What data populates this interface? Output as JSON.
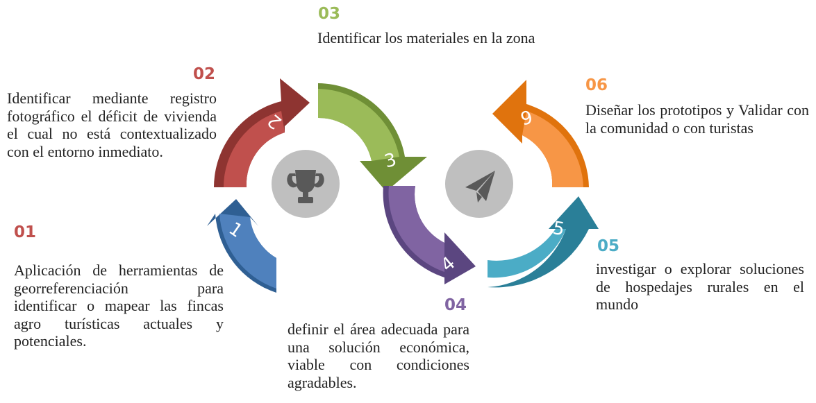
{
  "colors": {
    "step1_light": "#4f81bd",
    "step1_dark": "#2f5f93",
    "step2_light": "#c0504d",
    "step2_dark": "#8e3431",
    "step3_light": "#9bbb59",
    "step3_dark": "#6f8f36",
    "step4_light": "#8064a2",
    "step4_dark": "#5b4680",
    "step5_light": "#4bacc6",
    "step5_dark": "#2a7f98",
    "step6_light": "#f79646",
    "step6_dark": "#e0730d",
    "hub": "#bfbfbf",
    "hub_icon": "#595959"
  },
  "hubs": [
    {
      "icon": "trophy-icon"
    },
    {
      "icon": "paper-plane-icon"
    }
  ],
  "steps": [
    {
      "number": "01",
      "arrow_label": "1",
      "description": "Aplicación de herramientas de georreferenciación para identificar o mapear las fincas agro turísticas actuales y potenciales."
    },
    {
      "number": "02",
      "arrow_label": "2",
      "description": "Identificar mediante registro fotográfico el déficit de vivienda el cual no está contextualizado con el entorno inmediato."
    },
    {
      "number": "03",
      "arrow_label": "3",
      "description": "Identificar los materiales en la zona"
    },
    {
      "number": "04",
      "arrow_label": "4",
      "description": "definir el área adecuada para una solución económica, viable con condiciones agradables."
    },
    {
      "number": "05",
      "arrow_label": "5",
      "description": "investigar o explorar soluciones de hospedajes rurales en el mundo"
    },
    {
      "number": "06",
      "arrow_label": "6",
      "description": "Diseñar los prototipos y Validar con la comunidad o con turistas"
    }
  ]
}
